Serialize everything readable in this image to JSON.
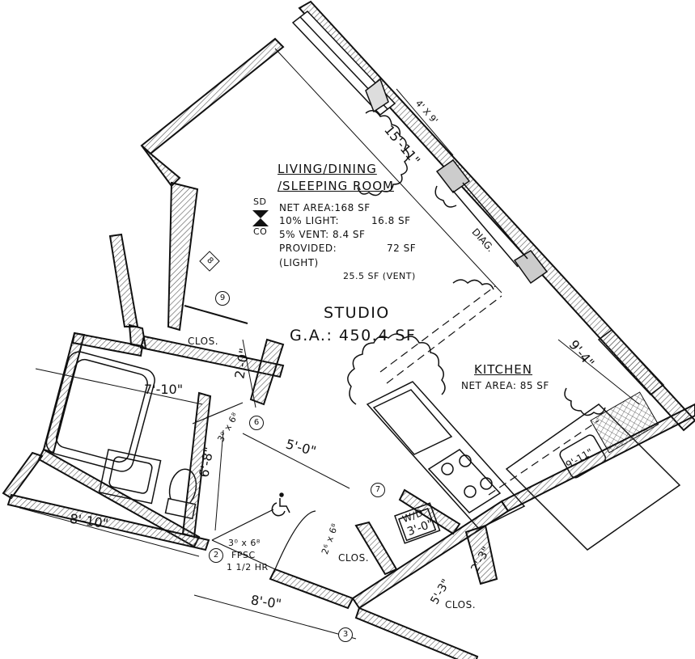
{
  "rooms": {
    "living": {
      "title_line1": "LIVING/DINING",
      "title_line2": "/SLEEPING ROOM",
      "sd_label": "SD",
      "co_label": "CO",
      "net_area": "NET AREA:168 SF",
      "light_label": "10% LIGHT:",
      "light_value": "16.8 SF",
      "vent_label": "5% VENT: 8.4 SF",
      "provided_label": "PROVIDED:",
      "provided_value": "72 SF",
      "light_paren": "(LIGHT)",
      "vent_provided": "25.5 SF (VENT)"
    },
    "studio": {
      "label": "STUDIO",
      "ga": "G.A.: 450.4 SF"
    },
    "kitchen": {
      "title": "KITCHEN",
      "net_area": "NET AREA: 85 SF"
    },
    "closets": {
      "upper": "CLOS.",
      "entry": "CLOS.",
      "lower": "CLOS."
    },
    "laundry": {
      "label": "W/D"
    }
  },
  "dimensions": {
    "living_width": "15'-11\"",
    "kitchen_width": "9'-4\"",
    "bath_width": "7'-10\"",
    "bath_depth": "6'-8\"",
    "closet_depth": "2'-0\"",
    "hall_length": "5'-0\"",
    "bath_outer": "8'-10\"",
    "entry_width": "8'-0\"",
    "wd_width": "3'-0\"",
    "closet_lower": "5'-3\"",
    "closet_lower_depth": "2'-3\"",
    "counter": "9'-11\"",
    "window_label": "4' X 9'",
    "diag_label": "DIAG."
  },
  "doors": {
    "bath_door": "3⁰ x 6⁸",
    "closet_door": "2⁶ x 6⁸",
    "entry_door_size": "3⁰ x 6⁸",
    "entry_door_type": "FPSC",
    "entry_door_rating": "1 1/2 HR"
  },
  "tags": {
    "t9": "9",
    "t8": "8",
    "t6": "6",
    "t7": "7",
    "t2": "2",
    "t3": "3"
  },
  "colors": {
    "line": "#111111",
    "background": "#ffffff",
    "hatch": "#555555"
  },
  "icons": [
    "smoke-detector-icon",
    "accessibility-icon",
    "range-burner-icon",
    "toilet-icon",
    "sink-icon"
  ]
}
